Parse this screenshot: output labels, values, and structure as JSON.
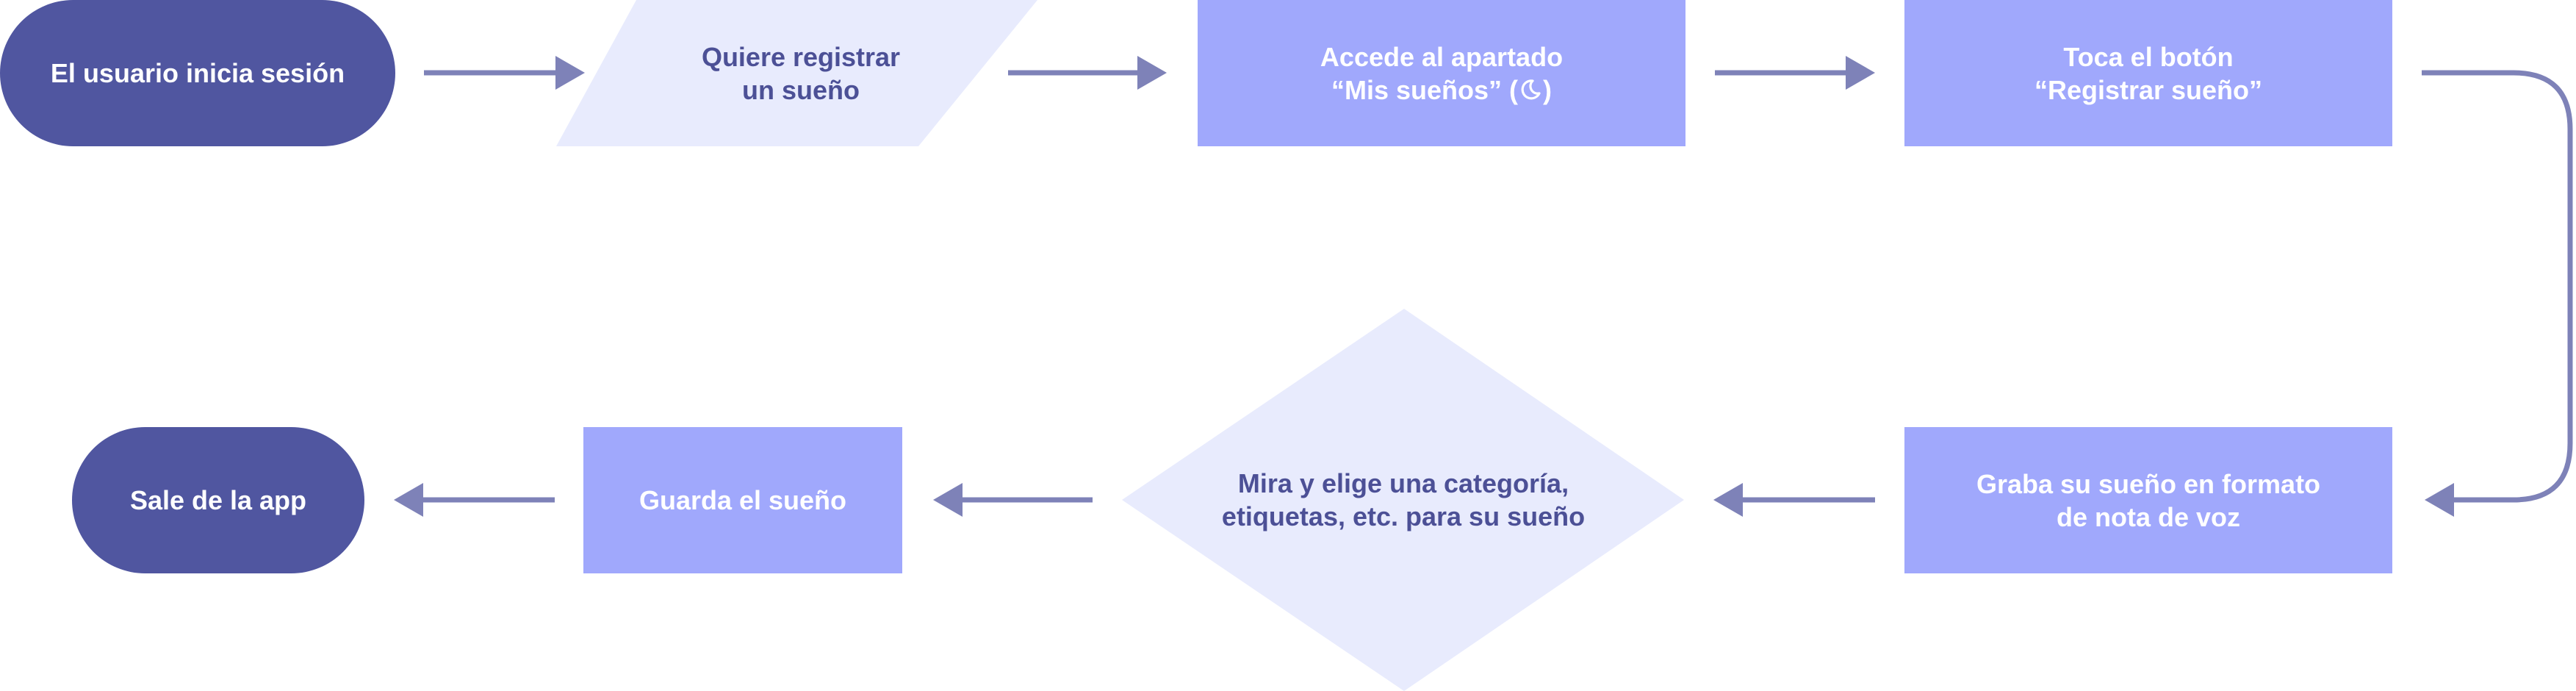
{
  "colors": {
    "terminal": "#5056a0",
    "process": "#a0a8fc",
    "light_shape": "#e8ebfd",
    "arrow": "#7e82b8",
    "light_text": "#4c5096",
    "white_text": "#ffffff"
  },
  "nodes": {
    "start": {
      "label": "El usuario inicia sesión"
    },
    "want_register": {
      "line1": "Quiere registrar",
      "line2": "un sueño"
    },
    "access_section": {
      "line1": "Accede al apartado",
      "line2_open": "“Mis sueños” (",
      "line2_close": ")",
      "icon": "moon-icon"
    },
    "tap_button": {
      "line1": "Toca el botón",
      "line2": "“Registrar sueño”"
    },
    "record_dream": {
      "line1": "Graba su sueño en formato",
      "line2": "de nota de voz"
    },
    "choose_category": {
      "line1": "Mira y elige una categoría,",
      "line2": "etiquetas, etc. para su sueño"
    },
    "save_dream": {
      "label": "Guarda el sueño"
    },
    "exit": {
      "label": "Sale de la app"
    }
  }
}
